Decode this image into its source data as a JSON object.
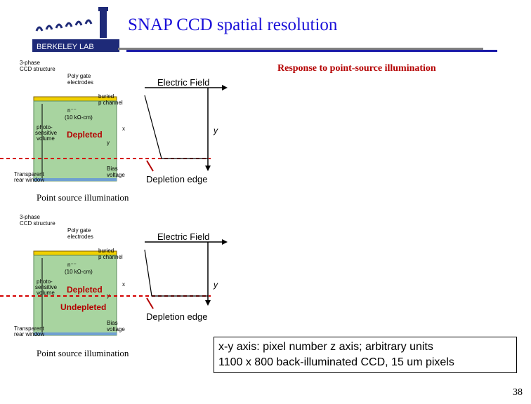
{
  "header": {
    "title": "SNAP CCD spatial resolution",
    "logo_text": "BERKELEY LAB"
  },
  "response_label": "Response to point-source illumination",
  "diagram_top": {
    "electric_field": "Electric Field",
    "y_label": "y",
    "depleted": "Depleted",
    "depletion_edge": "Depletion edge",
    "point_source": "Point source illumination"
  },
  "diagram_bottom": {
    "electric_field": "Electric Field",
    "y_label": "y",
    "depleted": "Depleted",
    "undepleted": "Undepleted",
    "depletion_edge": "Depletion edge",
    "point_source": "Point source illumination"
  },
  "ccd_labels": {
    "three_phase": "3-phase",
    "ccd_structure": "CCD structure",
    "poly_gate": "Poly gate",
    "electrodes": "electrodes",
    "buried": "buried",
    "p_channel": "p channel",
    "n_minus": "n⁻⁻",
    "resistivity": "(10 kΩ-cm)",
    "photo": "photo-",
    "sensitive": "sensitive",
    "volume": "volume",
    "x": "x",
    "y": "y",
    "transparent": "Transparent",
    "rear_window": "rear window",
    "bias": "Bias",
    "voltage": "voltage"
  },
  "note": {
    "line1": "x-y axis:  pixel number   z axis; arbitrary units",
    "line2": "1100 x 800 back-illuminated CCD, 15 um pixels"
  },
  "page_number": "38",
  "colors": {
    "title_blue": "#1a10d8",
    "label_red": "#b40000",
    "silicon_green": "#a8d4a0",
    "gate_yellow": "#f0d000",
    "depletion_red": "#d40000"
  }
}
